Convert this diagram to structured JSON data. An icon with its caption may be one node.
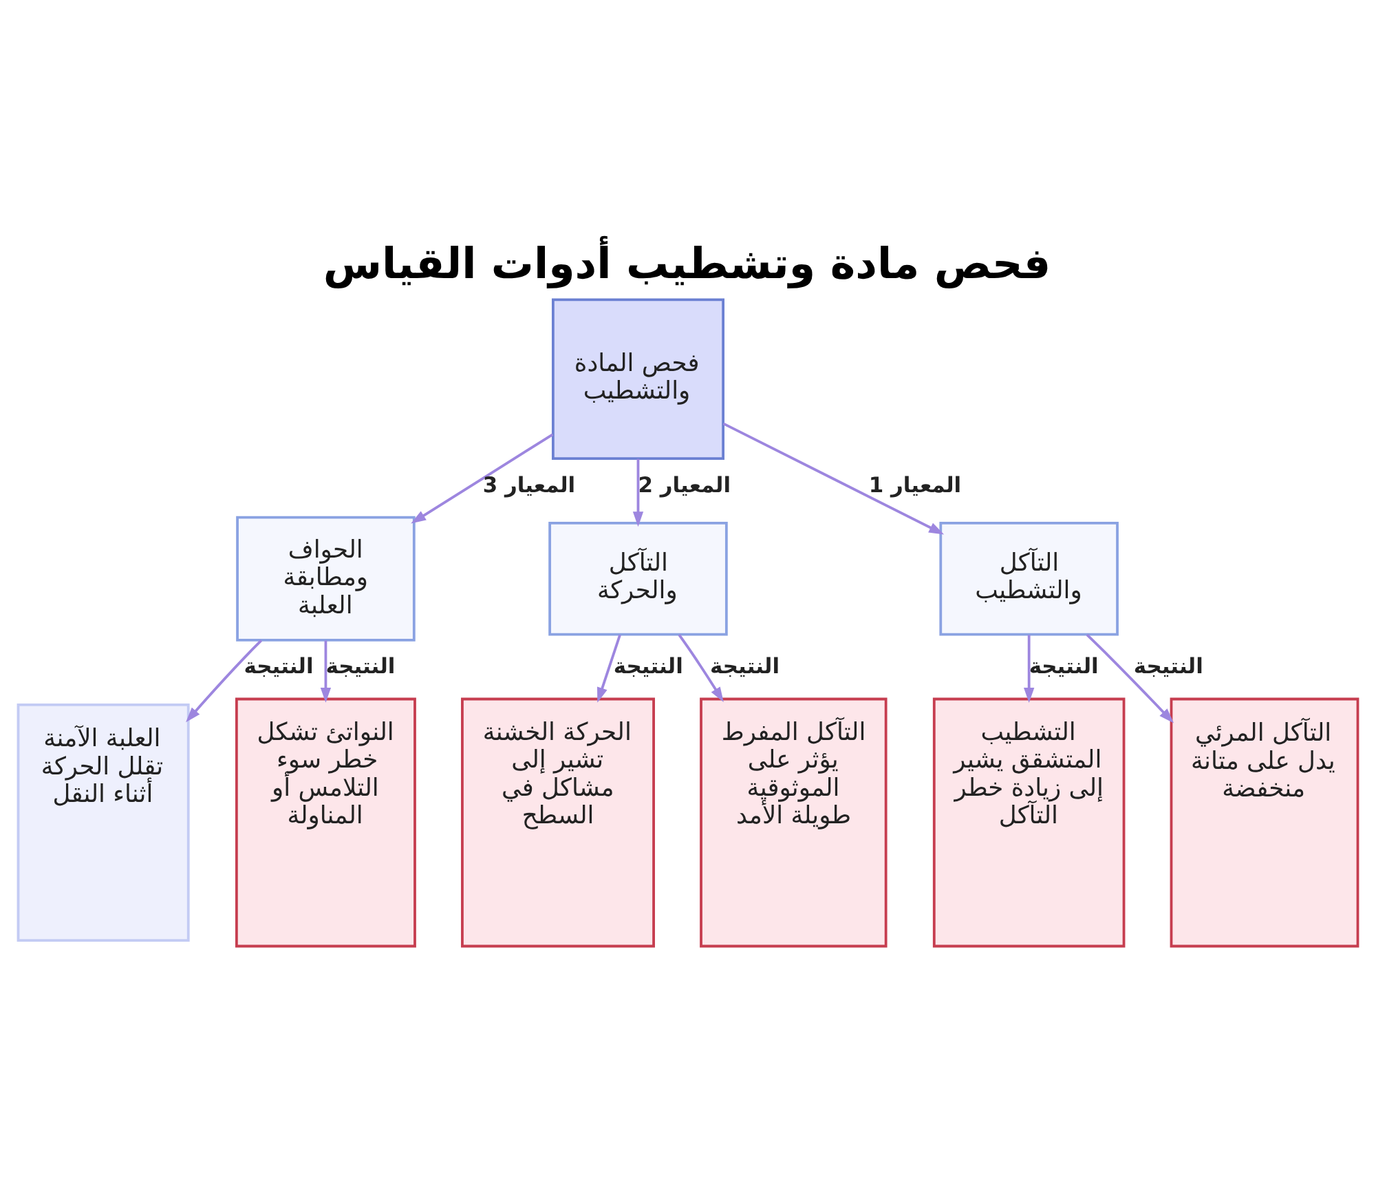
{
  "diagram": {
    "title": "فحص مادة وتشطيب أدوات القياس",
    "nodes": [
      {
        "text": [
          "فحص المادة والتشطيب"
        ]
      },
      {
        "text": [
          "التآكل والتشطيب"
        ]
      },
      {
        "text": [
          "التآكل والحركة"
        ]
      },
      {
        "text": [
          "الحواف ومطابقة العلبة"
        ]
      },
      {
        "text": [
          "التآكل المرئي يدل على متانة منخفضة"
        ]
      },
      {
        "text": [
          "التشطيب المتشقق يشير إلى زيادة خطر التآكل"
        ]
      },
      {
        "text": [
          "التآكل المفرط يؤثر على الموثوقية طويلة الأمد"
        ]
      },
      {
        "text": [
          "الحركة الخشنة تشير إلى مشاكل في السطح"
        ]
      },
      {
        "text": [
          "النواتئ تشكل خطر سوء التلامس أو المناولة"
        ]
      },
      {
        "text": [
          "العلبة الآمنة تقلل الحركة أثناء النقل"
        ]
      }
    ],
    "edges": [
      {
        "from": 0,
        "to": 1,
        "arrow": "to",
        "label": "المعيار 1"
      },
      {
        "from": 0,
        "to": 2,
        "arrow": "to",
        "label": "المعيار 2"
      },
      {
        "from": 0,
        "to": 3,
        "arrow": "to",
        "label": "المعيار 3"
      },
      {
        "from": 1,
        "to": 4,
        "arrow": "to",
        "label": "النتيجة"
      },
      {
        "from": 1,
        "to": 5,
        "arrow": "to",
        "label": "النتيجة"
      },
      {
        "from": 2,
        "to": 6,
        "arrow": "to",
        "label": "النتيجة"
      },
      {
        "from": 2,
        "to": 7,
        "arrow": "to",
        "label": "النتيجة"
      },
      {
        "from": 3,
        "to": 8,
        "arrow": "to",
        "label": "النتيجة"
      },
      {
        "from": 3,
        "to": 9,
        "arrow": "to",
        "label": "النتيجة"
      }
    ]
  }
}
